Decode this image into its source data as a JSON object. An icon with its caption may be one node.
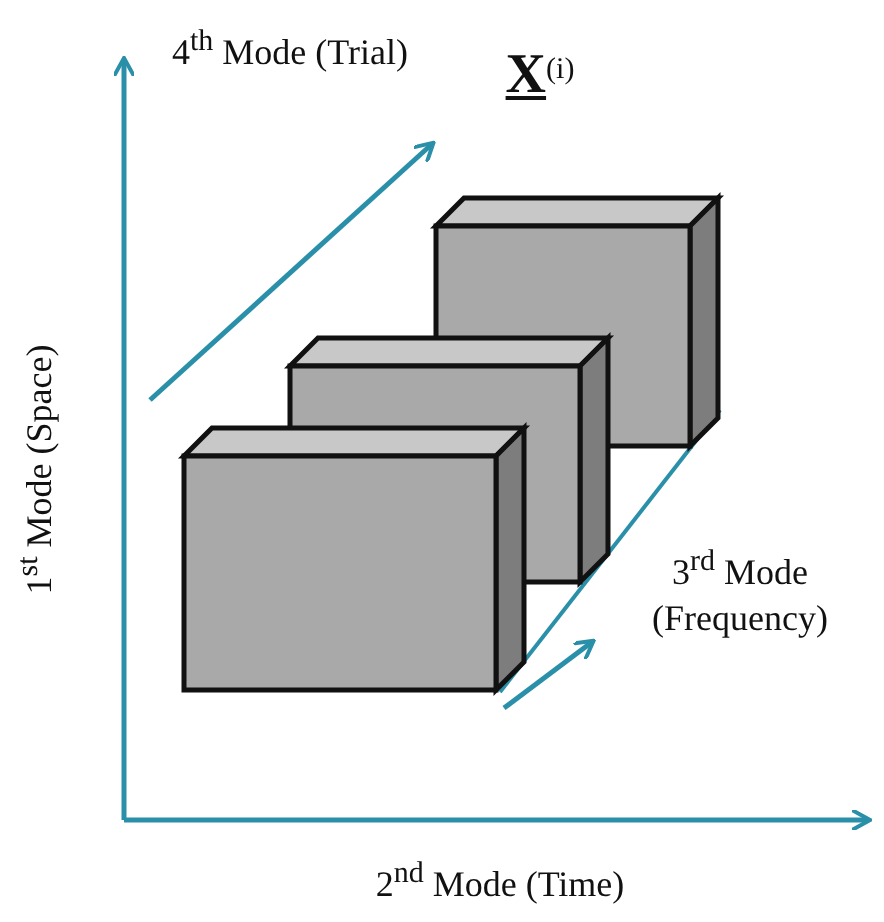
{
  "diagram": {
    "labels": [
      "4$^{th}$ Mode (Trial)",
      "**X**$^{(i)}$",
      "1$^{st}$ Mode (Space)",
      "3$^{rd}$ Mode (Frequency)",
      "2$^{nd}$ Mode (Time)"
    ]
  }
}
